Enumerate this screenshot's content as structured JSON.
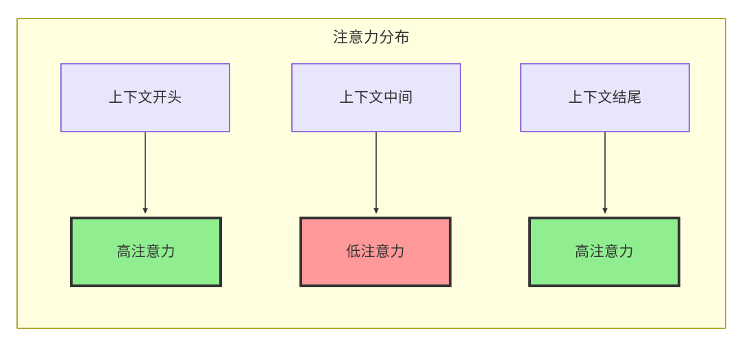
{
  "diagram": {
    "title": "注意力分布",
    "colors": {
      "container_fill": "#ffffe0",
      "container_stroke": "#aaaa33",
      "context_fill": "#e8e6fb",
      "context_stroke": "#9370db",
      "high_attention_fill": "#90ee90",
      "low_attention_fill": "#ff9999",
      "attention_stroke": "#333333",
      "edge_stroke": "#333333",
      "text": "#333333"
    },
    "context_nodes": [
      {
        "id": "context-start",
        "label": "上下文开头"
      },
      {
        "id": "context-middle",
        "label": "上下文中间"
      },
      {
        "id": "context-end",
        "label": "上下文结尾"
      }
    ],
    "attention_nodes": [
      {
        "id": "attention-high-start",
        "label": "高注意力",
        "level": "high"
      },
      {
        "id": "attention-low-middle",
        "label": "低注意力",
        "level": "low"
      },
      {
        "id": "attention-high-end",
        "label": "高注意力",
        "level": "high"
      }
    ],
    "edges": [
      {
        "from": "上下文开头",
        "to": "高注意力"
      },
      {
        "from": "上下文中间",
        "to": "低注意力"
      },
      {
        "from": "上下文结尾",
        "to": "高注意力"
      }
    ]
  }
}
